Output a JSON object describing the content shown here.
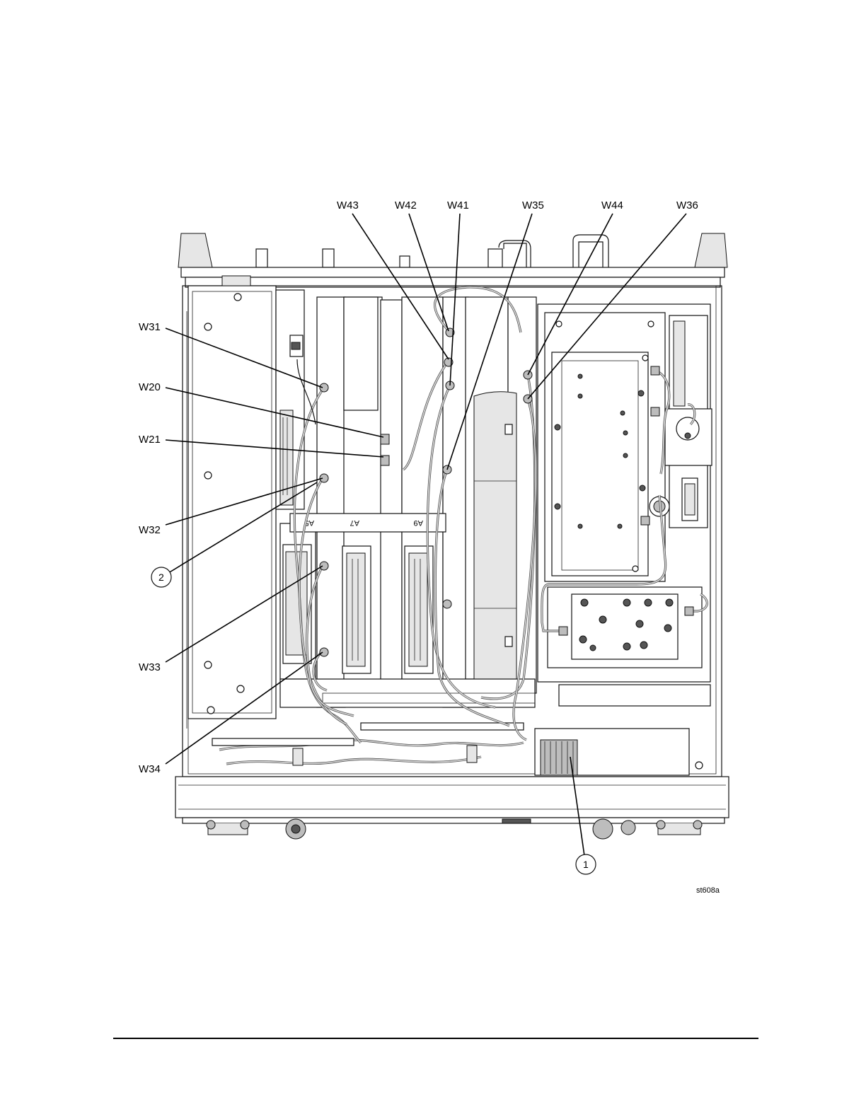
{
  "labels": {
    "w43": "W43",
    "w42": "W42",
    "w41": "W41",
    "w35": "W35",
    "w44": "W44",
    "w36": "W36",
    "w31": "W31",
    "w20": "W20",
    "w21": "W21",
    "w32": "W32",
    "w33": "W33",
    "w34": "W34"
  },
  "slot_labels": {
    "a5": "A5",
    "a7": "A7",
    "a9": "A9"
  },
  "callouts": {
    "c1": "1",
    "c2": "2"
  },
  "figure_id": "st608a"
}
